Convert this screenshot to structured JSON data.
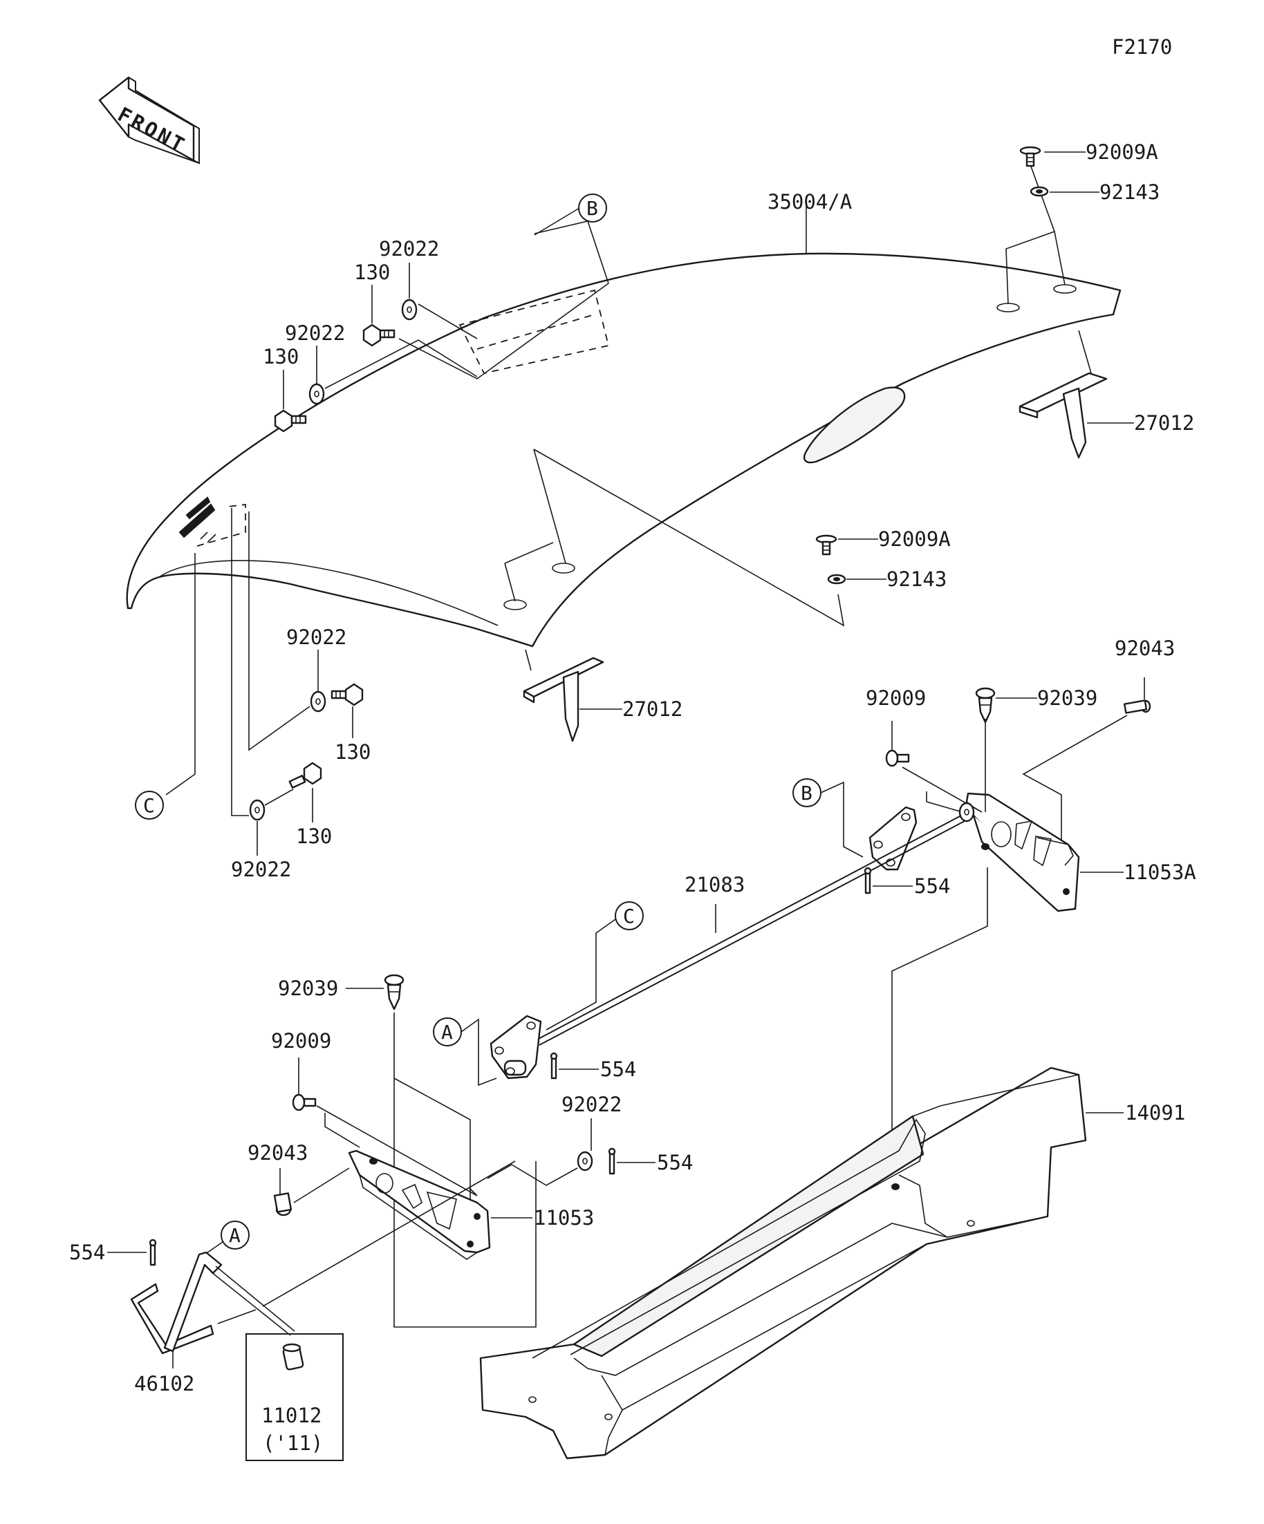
{
  "figure_code": "F2170",
  "front_arrow": {
    "label": "FRONT",
    "icon": "front-direction-arrow-icon"
  },
  "labels": {
    "p35004A": "35004/A",
    "p92009A_top": "92009A",
    "p92143_top": "92143",
    "p27012_right": "27012",
    "p92009A_mid": "92009A",
    "p92143_mid": "92143",
    "p27012_mid": "27012",
    "p92022_a": "92022",
    "p130_a": "130",
    "p92022_b": "92022",
    "p130_b": "130",
    "p92022_c": "92022",
    "p130_c": "130",
    "p130_d": "130",
    "p92022_d": "92022",
    "p92043_right": "92043",
    "p92009_right": "92009",
    "p92039_right": "92039",
    "p11053A": "11053A",
    "p554_upper": "554",
    "p21083": "21083",
    "p92039_left": "92039",
    "p92009_left": "92009",
    "p554_mid": "554",
    "p92022_e": "92022",
    "p554_low": "554",
    "p92043_left": "92043",
    "p11053": "11053",
    "p14091": "14091",
    "p554_left": "554",
    "p46102": "46102",
    "p11012": "11012",
    "p11012_note": "('11)"
  },
  "callouts": {
    "B_top": "B",
    "C_left": "C",
    "B_mid": "B",
    "C_mid": "C",
    "A_mid": "A",
    "A_low": "A"
  }
}
